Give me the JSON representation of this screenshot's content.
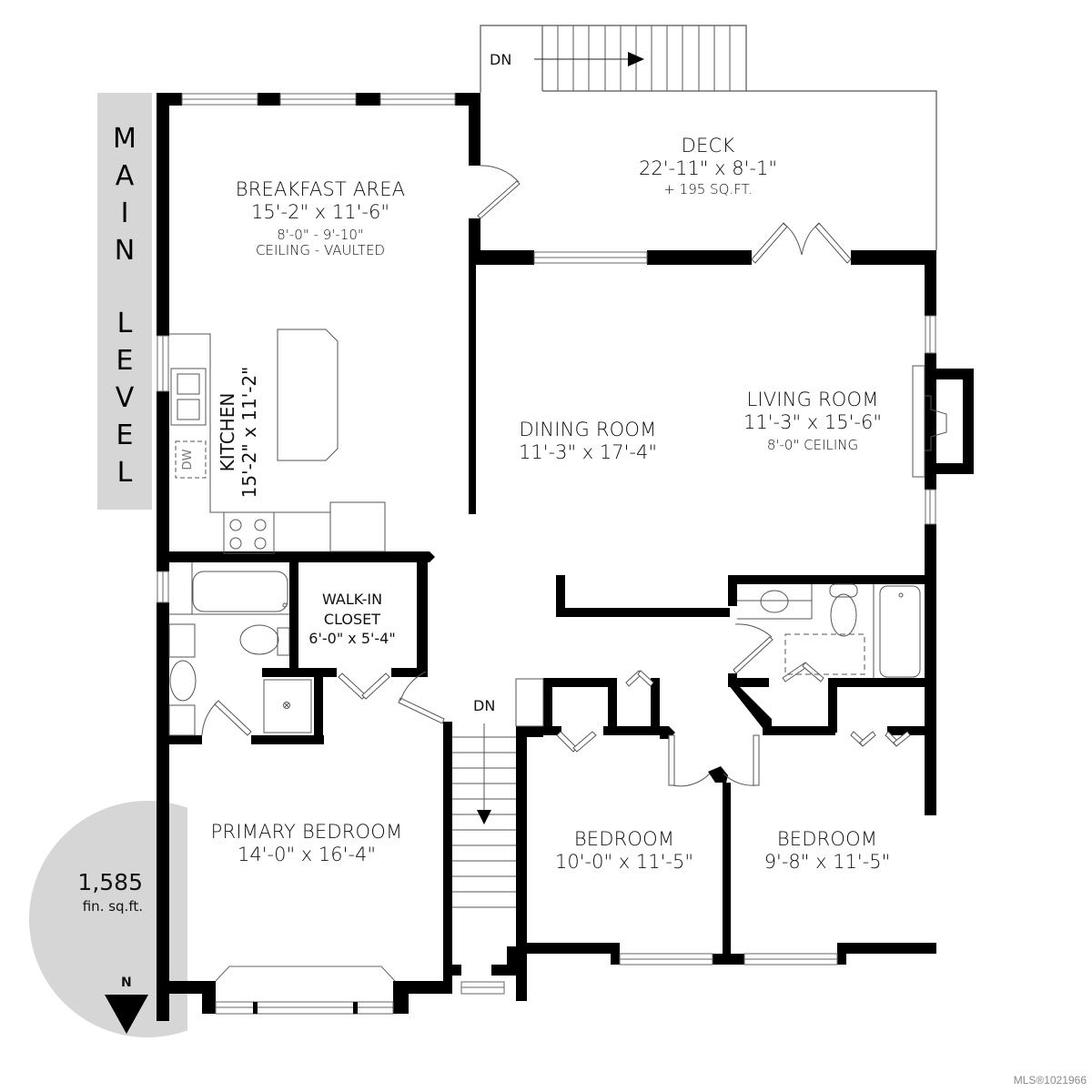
{
  "level": {
    "label": "MAIN LEVEL",
    "letters": [
      "M",
      "A",
      "I",
      "N",
      "",
      "L",
      "E",
      "V",
      "E",
      "L"
    ]
  },
  "summary": {
    "finished_sqft": "1,585",
    "finished_sqft_unit": "fin. sq.ft."
  },
  "compass": {
    "label": "N"
  },
  "watermark": "MLS®1021966",
  "stairs": {
    "deck_label": "DN",
    "interior_label": "DN"
  },
  "rooms": {
    "deck": {
      "name": "DECK",
      "dims": "22'-11\" x 8'-1\"",
      "extra": "+ 195 SQ.FT."
    },
    "breakfast": {
      "name": "BREAKFAST AREA",
      "dims": "15'-2\" x 11'-6\"",
      "ceiling_height": "8'-0\" - 9'-10\"",
      "ceiling_type": "CEILING - VAULTED"
    },
    "kitchen": {
      "name": "KITCHEN",
      "dims": "15'-2\" x 11'-2\"",
      "appliance_dw": "DW"
    },
    "dining": {
      "name": "DINING ROOM",
      "dims": "11'-3\" x 17'-4\""
    },
    "living": {
      "name": "LIVING ROOM",
      "dims": "11'-3\" x 15'-6\"",
      "ceiling": "8'-0\" CEILING"
    },
    "walkin_closet": {
      "line1": "WALK-IN",
      "line2": "CLOSET",
      "dims": "6'-0\" x 5'-4\""
    },
    "primary_bedroom": {
      "name": "PRIMARY BEDROOM",
      "dims": "14'-0\" x 16'-4\""
    },
    "bedroom2": {
      "name": "BEDROOM",
      "dims": "10'-0\" x 11'-5\""
    },
    "bedroom3": {
      "name": "BEDROOM",
      "dims": "9'-8\" x 11'-5\""
    }
  },
  "colors": {
    "wall": "#000000",
    "band": "#d6d6d6",
    "fixture_line": "#555555",
    "watermark": "#8a8a8a"
  }
}
